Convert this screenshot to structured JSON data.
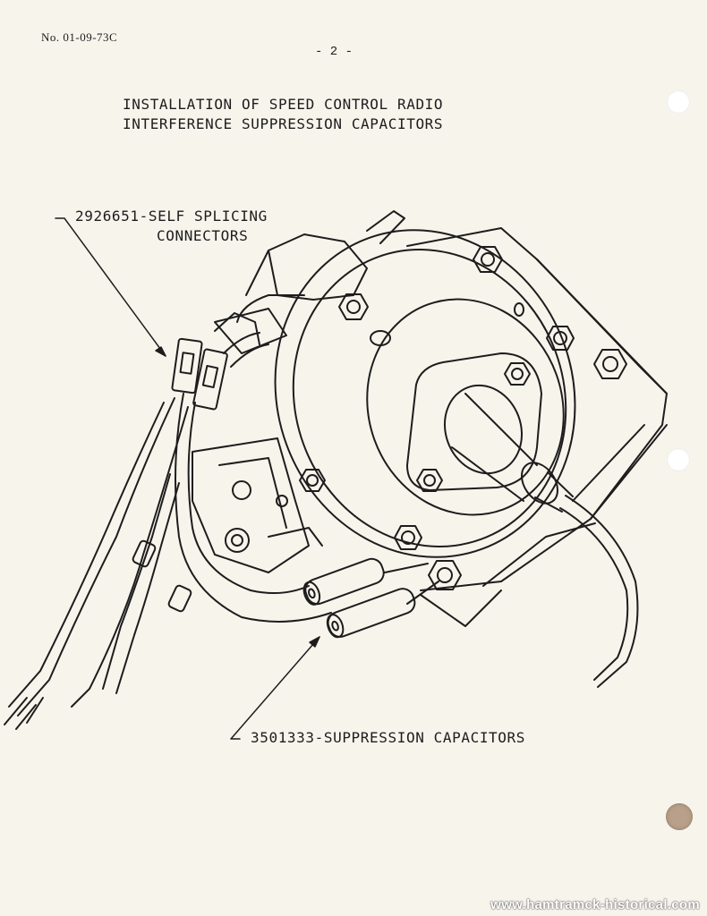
{
  "header": {
    "doc_number": "No. 01-09-73C",
    "page_number": "- 2 -"
  },
  "title": {
    "line1": "INSTALLATION OF SPEED CONTROL RADIO",
    "line2": "INTERFERENCE SUPPRESSION CAPACITORS"
  },
  "callouts": {
    "connectors": {
      "line1": "2926651-SELF SPLICING",
      "line2": "CONNECTORS"
    },
    "capacitors": "3501333-SUPPRESSION CAPACITORS"
  },
  "watermark": "www.hamtramck-historical.com"
}
